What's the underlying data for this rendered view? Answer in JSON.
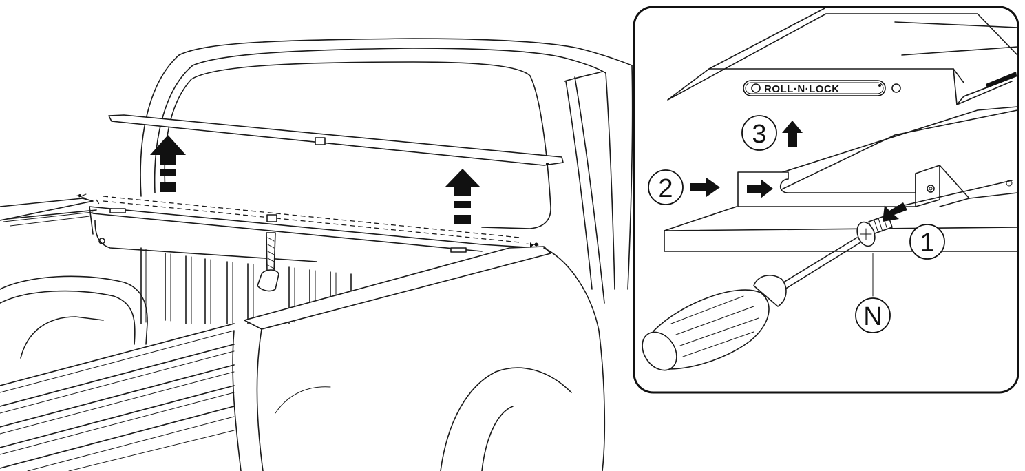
{
  "callouts": {
    "step_1": "1",
    "step_2": "2",
    "step_3": "3",
    "part_n": "N"
  },
  "brand": {
    "logo_text": "ROLL·N·LOCK"
  },
  "icons": {
    "up_arrow": "up-arrow-icon",
    "right_arrow": "right-arrow-icon",
    "down_left_arrow": "down-left-arrow-icon"
  }
}
